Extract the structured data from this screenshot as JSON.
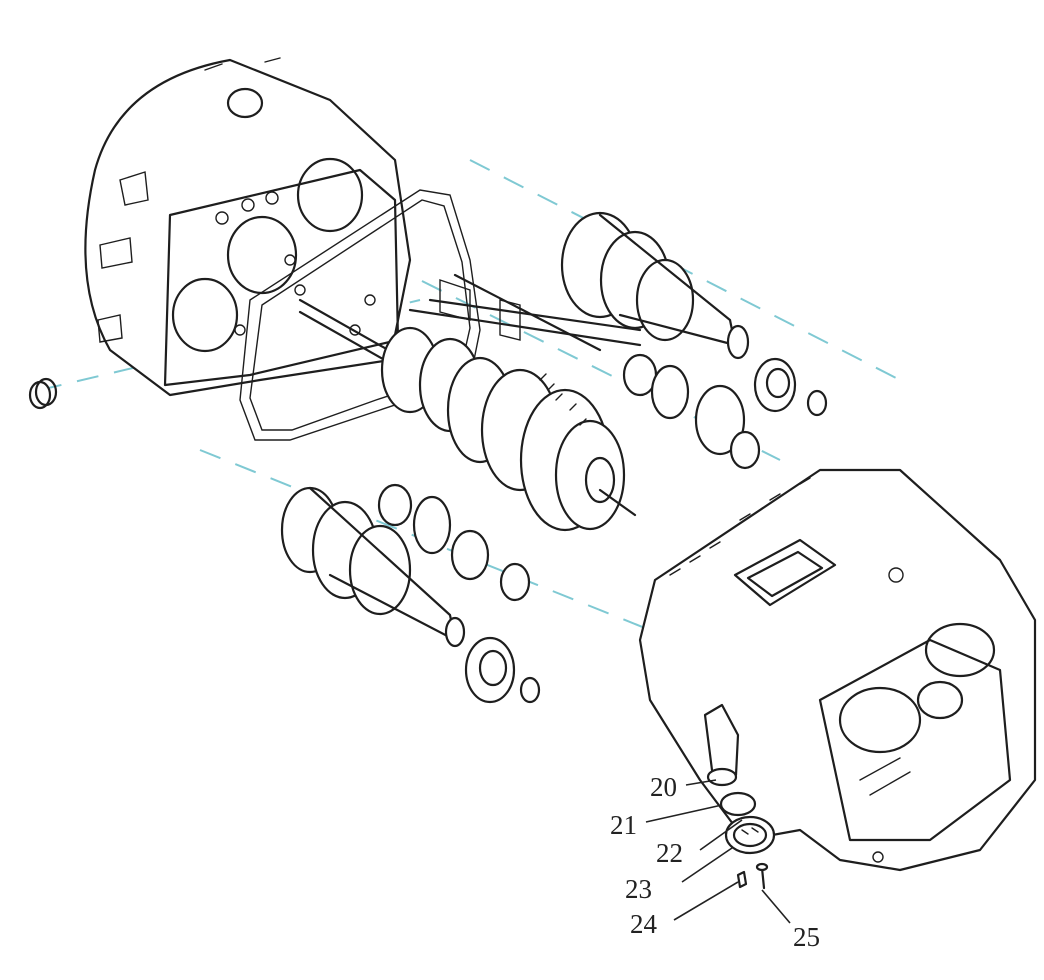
{
  "diagram": {
    "callouts": [
      {
        "label": "20"
      },
      {
        "label": "21"
      },
      {
        "label": "22"
      },
      {
        "label": "23"
      },
      {
        "label": "24"
      },
      {
        "label": "25"
      }
    ]
  }
}
